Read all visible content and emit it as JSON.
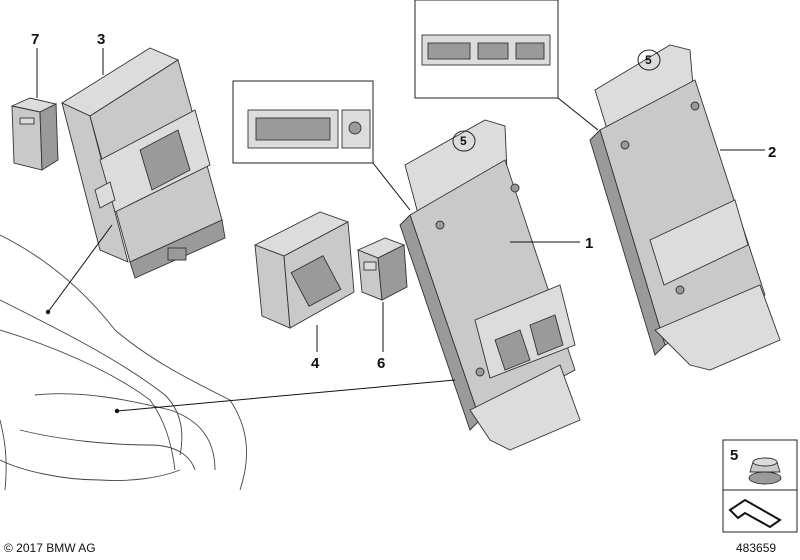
{
  "callouts": {
    "p1": "1",
    "p2": "2",
    "p3": "3",
    "p4": "4",
    "p5_a": "5",
    "p5_b": "5",
    "p5_legend": "5",
    "p6": "6",
    "p7": "7"
  },
  "footer": {
    "copyright": "© 2017 BMW AG",
    "diagram_number": "483659"
  },
  "colors": {
    "part_fill": "#c9c9c9",
    "part_dark": "#9a9a9a",
    "outline": "#222222"
  }
}
